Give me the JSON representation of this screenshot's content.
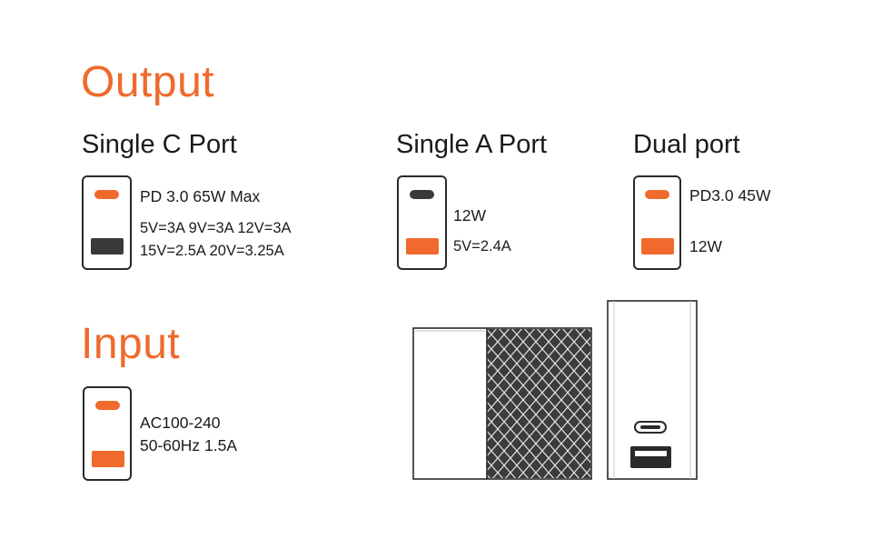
{
  "output": {
    "title": "Output",
    "single_c": {
      "title": "Single C Port",
      "line1": "PD 3.0 65W Max",
      "line2": "5V=3A 9V=3A 12V=3A",
      "line3": "15V=2.5A 20V=3.25A"
    },
    "single_a": {
      "title": "Single A Port",
      "line1": "12W",
      "line2": "5V=2.4A"
    },
    "dual": {
      "title": "Dual port",
      "line1": "PD3.0 45W",
      "line2": "12W"
    }
  },
  "input": {
    "title": "Input",
    "line1": "AC100-240",
    "line2": "50-60Hz 1.5A"
  },
  "colors": {
    "accent": "#ef6a2c",
    "inactive": "#3a3a3a",
    "outline": "#2a2a2a"
  },
  "icons": {
    "port_diagram": "charger-port-diagram-icon",
    "charger": "charger-product-illustration"
  }
}
